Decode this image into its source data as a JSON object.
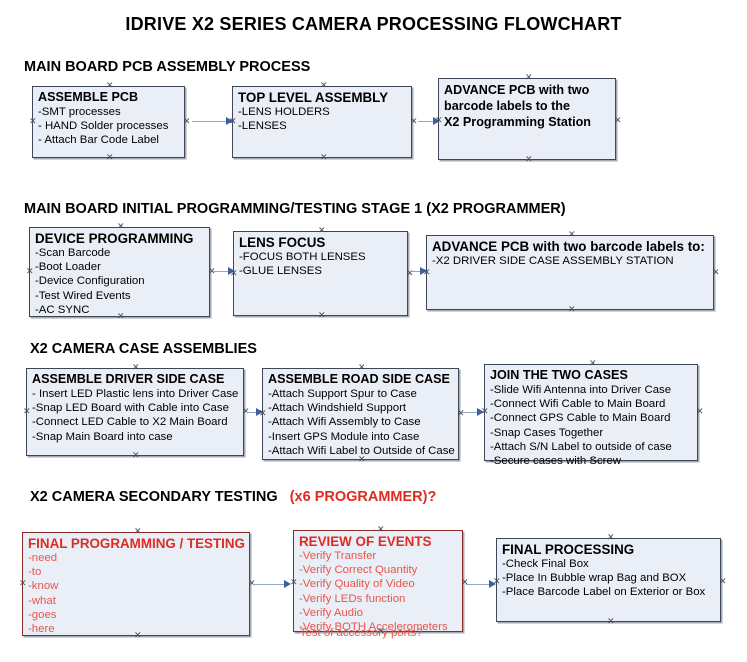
{
  "document": {
    "title": "IDRIVE X2  SERIES CAMERA PROCESSING FLOWCHART"
  },
  "sections": [
    {
      "id": "main-board-pcb-assembly-process",
      "heading": "MAIN BOARD PCB ASSEMBLY PROCESS",
      "heading_suffix": "",
      "boxes": [
        {
          "id": "assemble-pcb",
          "header": "ASSEMBLE PCB",
          "items": [
            "-SMT processes",
            "- HAND Solder processes",
            "- Attach Bar Code Label"
          ]
        },
        {
          "id": "top-level-assembly",
          "header": "TOP LEVEL ASSEMBLY",
          "items": [
            "-LENS HOLDERS",
            "-LENSES"
          ]
        },
        {
          "id": "advance-pcb-to-x2-programming-station",
          "header_lines": [
            "ADVANCE PCB with two",
            "barcode labels to the",
            " X2 Programming Station"
          ],
          "items": []
        }
      ]
    },
    {
      "id": "main-board-initial-programming-testing-stage-1",
      "heading": "MAIN BOARD INITIAL PROGRAMMING/TESTING STAGE 1 (X2 PROGRAMMER)",
      "heading_suffix": "",
      "boxes": [
        {
          "id": "device-programming",
          "header": "DEVICE PROGRAMMING",
          "items": [
            "-Scan Barcode",
            "-Boot Loader",
            "-Device Configuration",
            "-Test Wired Events",
            "-AC SYNC"
          ]
        },
        {
          "id": "lens-focus",
          "header": "LENS FOCUS",
          "items": [
            "-FOCUS BOTH LENSES",
            "-GLUE LENSES"
          ]
        },
        {
          "id": "advance-pcb-to-driver-side-case-assembly",
          "header": "ADVANCE PCB with two barcode labels to:",
          "items": [
            "-X2 DRIVER  SIDE  CASE  ASSEMBLY STATION"
          ]
        }
      ]
    },
    {
      "id": "x2-camera-case-assemblies",
      "heading": "X2 CAMERA CASE ASSEMBLIES",
      "heading_suffix": "",
      "boxes": [
        {
          "id": "assemble-driver-side-case",
          "header": "ASSEMBLE DRIVER SIDE CASE",
          "items": [
            "- Insert LED Plastic lens into Driver Case",
            "-Snap LED Board with Cable into Case",
            "-Connect LED Cable to X2 Main Board",
            "-Snap Main Board into case"
          ]
        },
        {
          "id": "assemble-road-side-case",
          "header": "ASSEMBLE ROAD SIDE CASE",
          "items": [
            "-Attach Support Spur to Case",
            "-Attach Windshield Support",
            "-Attach Wifi Assembly to Case",
            "-Insert GPS Module into Case",
            "-Attach Wifi Label to Outside of Case"
          ]
        },
        {
          "id": "join-the-two-cases",
          "header": "JOIN THE TWO CASES",
          "items": [
            "-Slide Wifi Antenna into Driver Case",
            "-Connect Wifi Cable to Main Board",
            "-Connect GPS Cable to Main Board",
            "-Snap Cases Together",
            "-Attach S/N Label to outside of case",
            "-Secure cases with Screw"
          ]
        }
      ]
    },
    {
      "id": "x2-camera-secondary-testing",
      "heading": "X2 CAMERA SECONDARY TESTING",
      "heading_suffix": "(x6 PROGRAMMER)?",
      "boxes": [
        {
          "id": "final-programming-testing",
          "header": "FINAL PROGRAMMING / TESTING",
          "items": [
            "-need",
            "-to",
            "-know",
            "-what",
            "-goes",
            "-here"
          ]
        },
        {
          "id": "review-of-events",
          "header": "REVIEW OF EVENTS",
          "items": [
            "-Verify Transfer",
            "-Verify Correct Quantity",
            "-Verify Quality of Video",
            "-Verify LEDs function",
            "-Verify Audio",
            "-Verify BOTH Accelerometers"
          ],
          "overflow_item": "-Test of accessory ports?"
        },
        {
          "id": "final-processing",
          "header": "FINAL PROCESSING",
          "items": [
            " -Check Final Box",
            "-Place In Bubble wrap Bag and BOX",
            "-Place Barcode Label on Exterior or Box"
          ]
        }
      ]
    }
  ],
  "colors": {
    "box_fill": "#e9eef7",
    "box_border": "#3c4858",
    "red_text": "#e02b20",
    "red_body_text": "#e8564c",
    "connector": "#8fa8c8",
    "arrowhead": "#3b5fa8"
  }
}
